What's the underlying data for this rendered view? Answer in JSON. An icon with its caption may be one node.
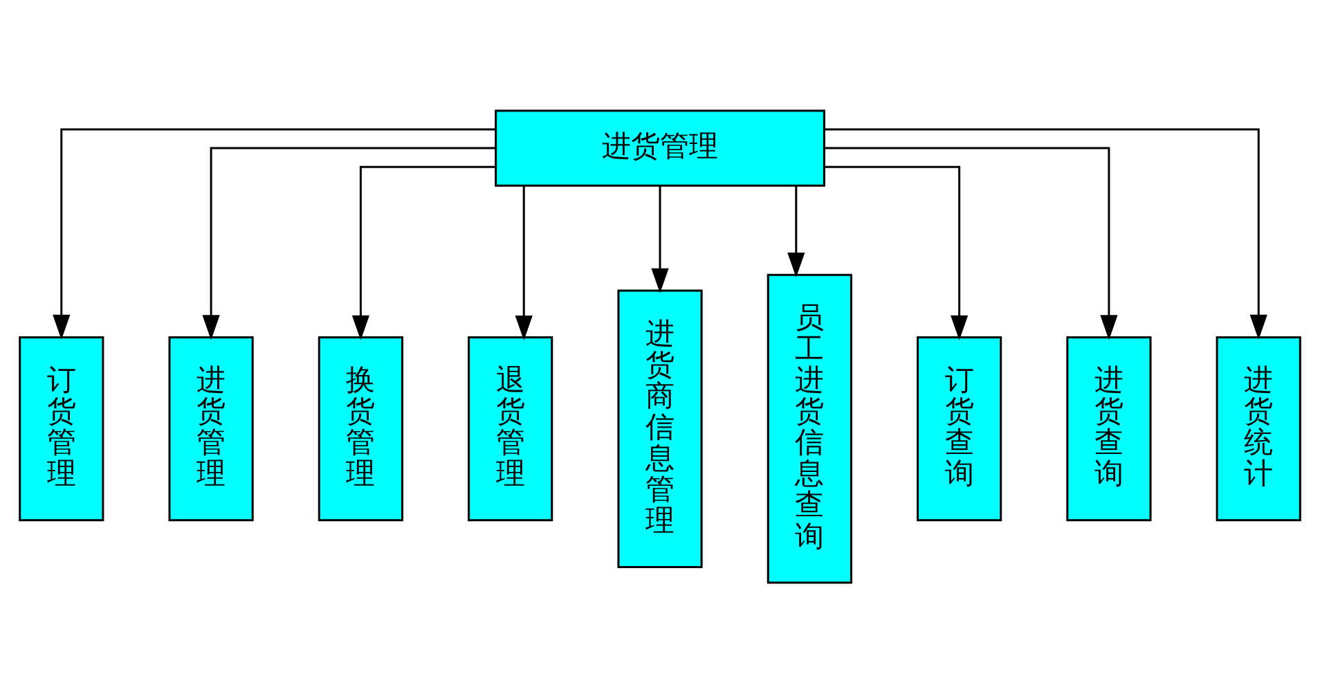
{
  "diagram": {
    "nodes": [
      {
        "text": [
          "进货管理"
        ]
      },
      {
        "text": [
          "订货管理"
        ]
      },
      {
        "text": [
          "进货管理"
        ]
      },
      {
        "text": [
          "换货管理"
        ]
      },
      {
        "text": [
          "退货管理"
        ]
      },
      {
        "text": [
          "进货商信息管理"
        ]
      },
      {
        "text": [
          "员工进货信息查询"
        ]
      },
      {
        "text": [
          "订货查询"
        ]
      },
      {
        "text": [
          "进货查询"
        ]
      },
      {
        "text": [
          "进货统计"
        ]
      }
    ],
    "edges": [
      {
        "from": 0,
        "to": 1,
        "arrow": "to"
      },
      {
        "from": 0,
        "to": 2,
        "arrow": "to"
      },
      {
        "from": 0,
        "to": 3,
        "arrow": "to"
      },
      {
        "from": 0,
        "to": 4,
        "arrow": "to"
      },
      {
        "from": 0,
        "to": 5,
        "arrow": "to"
      },
      {
        "from": 0,
        "to": 6,
        "arrow": "to"
      },
      {
        "from": 0,
        "to": 7,
        "arrow": "to"
      },
      {
        "from": 0,
        "to": 8,
        "arrow": "to"
      },
      {
        "from": 0,
        "to": 9,
        "arrow": "to"
      }
    ]
  }
}
